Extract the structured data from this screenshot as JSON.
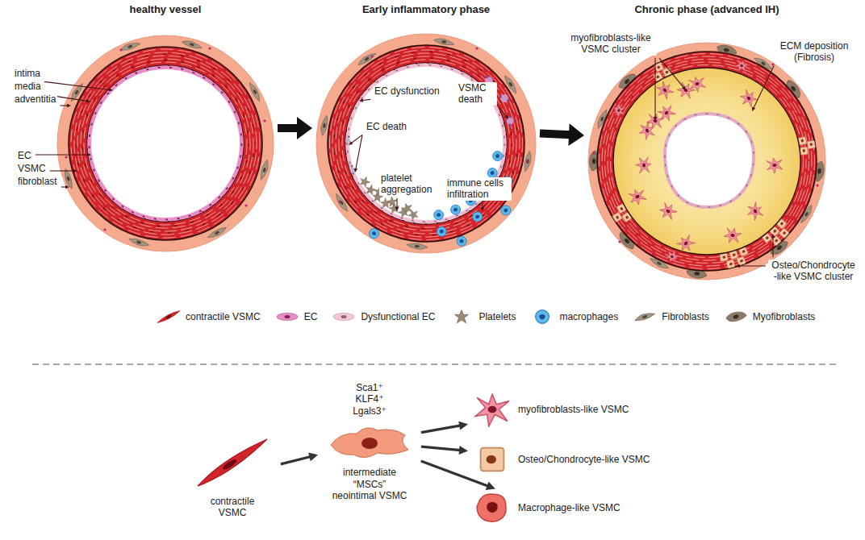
{
  "diagram": {
    "nodes": [
      {
        "text": [
          "healthy vessel"
        ]
      },
      {
        "text": [
          "Early inflammatory phase"
        ]
      },
      {
        "text": [
          "Chronic phase (advanced IH)"
        ]
      },
      {
        "text": [
          "contractile VSMC"
        ]
      },
      {
        "text": [
          "Sca1⁺ KLF4⁺ Lgals3⁺",
          "intermediate “MSCs” neointimal VSMC"
        ]
      },
      {
        "text": [
          "myofibroblasts-like VSMC"
        ]
      },
      {
        "text": [
          "Osteo/Chondrocyte-like VSMC"
        ]
      },
      {
        "text": [
          "Macrophage-like VSMC"
        ]
      }
    ],
    "edges": [
      {
        "from": 0,
        "to": 1,
        "arrow": "to"
      },
      {
        "from": 1,
        "to": 2,
        "arrow": "to"
      },
      {
        "from": 3,
        "to": 4,
        "arrow": "to"
      },
      {
        "from": 4,
        "to": 5,
        "arrow": "to"
      },
      {
        "from": 4,
        "to": 6,
        "arrow": "to"
      },
      {
        "from": 4,
        "to": 7,
        "arrow": "to"
      }
    ],
    "labels": [
      "intima",
      "media",
      "adventitia",
      "EC",
      "VSMC",
      "fibroblast",
      "EC dysfunction",
      "VSMC death",
      "EC death",
      "platelet aggregation",
      "immune cells infiltration",
      "myofibroblasts-like VSMC cluster",
      "ECM deposition (Fibrosis)",
      "Osteo/Chondrocyte -like VSMC cluster"
    ],
    "legend": [
      {
        "text": "contractile VSMC"
      },
      {
        "text": "EC"
      },
      {
        "text": "Dysfunctional EC"
      },
      {
        "text": "Platelets"
      },
      {
        "text": "macrophages"
      },
      {
        "text": "Fibroblasts"
      },
      {
        "text": "Myofibroblasts"
      }
    ]
  }
}
